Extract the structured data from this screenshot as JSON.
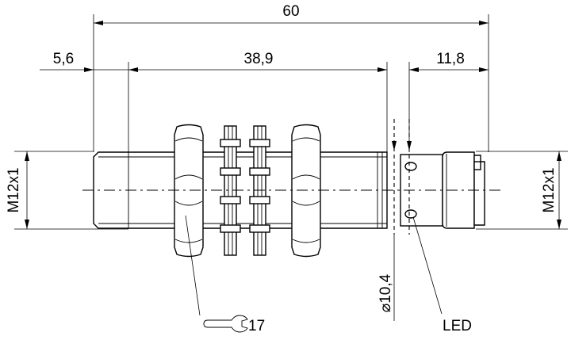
{
  "dimensions": {
    "overall_length": "60",
    "left_offset": "5,6",
    "thread_length": "38,9",
    "connector_length": "11,8",
    "diameter": "⌀10,4"
  },
  "labels": {
    "thread_left": "M12x1",
    "thread_right": "M12x1",
    "led": "LED",
    "wrench_size": "17"
  },
  "icons": {
    "wrench": "wrench-icon"
  }
}
